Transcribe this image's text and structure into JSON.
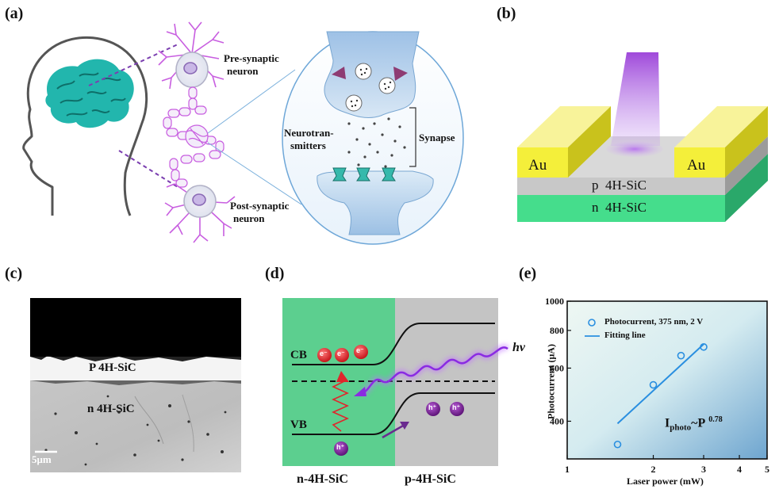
{
  "panels": {
    "a": {
      "label": "(a)",
      "pre_synaptic": [
        "Pre-synaptic",
        "neuron"
      ],
      "post_synaptic": [
        "Post-synaptic",
        "neuron"
      ],
      "neurotransmitters": [
        "Neurotran-",
        "smitters"
      ],
      "synapse": "Synapse"
    },
    "b": {
      "label": "(b)",
      "left_contact": "Au",
      "right_contact": "Au",
      "p_layer": "p  4H-SiC",
      "n_layer": "n  4H-SiC",
      "colors": {
        "gold": "#f4ef3a",
        "p_layer": "#c8c8c8",
        "n_layer": "#45dd8c",
        "light": "#a24ce0"
      }
    },
    "c": {
      "label": "(c)",
      "p_region": "P 4H-SiC",
      "n_region": "n 4H-SiC",
      "scale_bar": "5μm"
    },
    "d": {
      "label": "(d)",
      "cb": "CB",
      "vb": "VB",
      "hv": "hv",
      "electron": "e⁻",
      "hole": "h⁺",
      "n_side": "n-4H-SiC",
      "p_side": "p-4H-SiC",
      "colors": {
        "n_side": "#5ccf8f",
        "p_side": "#c4c4c4",
        "electron": "#e0262c",
        "hole": "#7b1f9a"
      }
    },
    "e": {
      "label": "(e)",
      "legend_points": "Photocurrent, 375 nm, 2 V",
      "legend_line": "Fitting line",
      "fit_main": "I",
      "fit_sub": "photo",
      "fit_rest": "~P",
      "fit_exp": "0.78"
    }
  },
  "chart_data": {
    "type": "scatter",
    "xlabel": "Laser power (mW)",
    "ylabel": "Photocurrent (μA)",
    "x_scale": "log",
    "y_scale": "log",
    "xlim": [
      1,
      5
    ],
    "ylim": [
      300,
      1000
    ],
    "x_ticks": [
      1,
      2,
      3,
      4,
      5
    ],
    "y_ticks": [
      400,
      600,
      800,
      1000
    ],
    "series": [
      {
        "name": "Photocurrent, 375 nm, 2 V",
        "marker": "open-circle",
        "color": "#2a8fe0",
        "x": [
          1.5,
          2.0,
          2.5,
          3.0
        ],
        "y": [
          335,
          528,
          660,
          705
        ]
      },
      {
        "name": "Fitting line",
        "style": "line",
        "color": "#2a8fe0",
        "x": [
          1.5,
          3.0
        ],
        "y": [
          393,
          720
        ]
      }
    ],
    "legend": "top-left"
  }
}
